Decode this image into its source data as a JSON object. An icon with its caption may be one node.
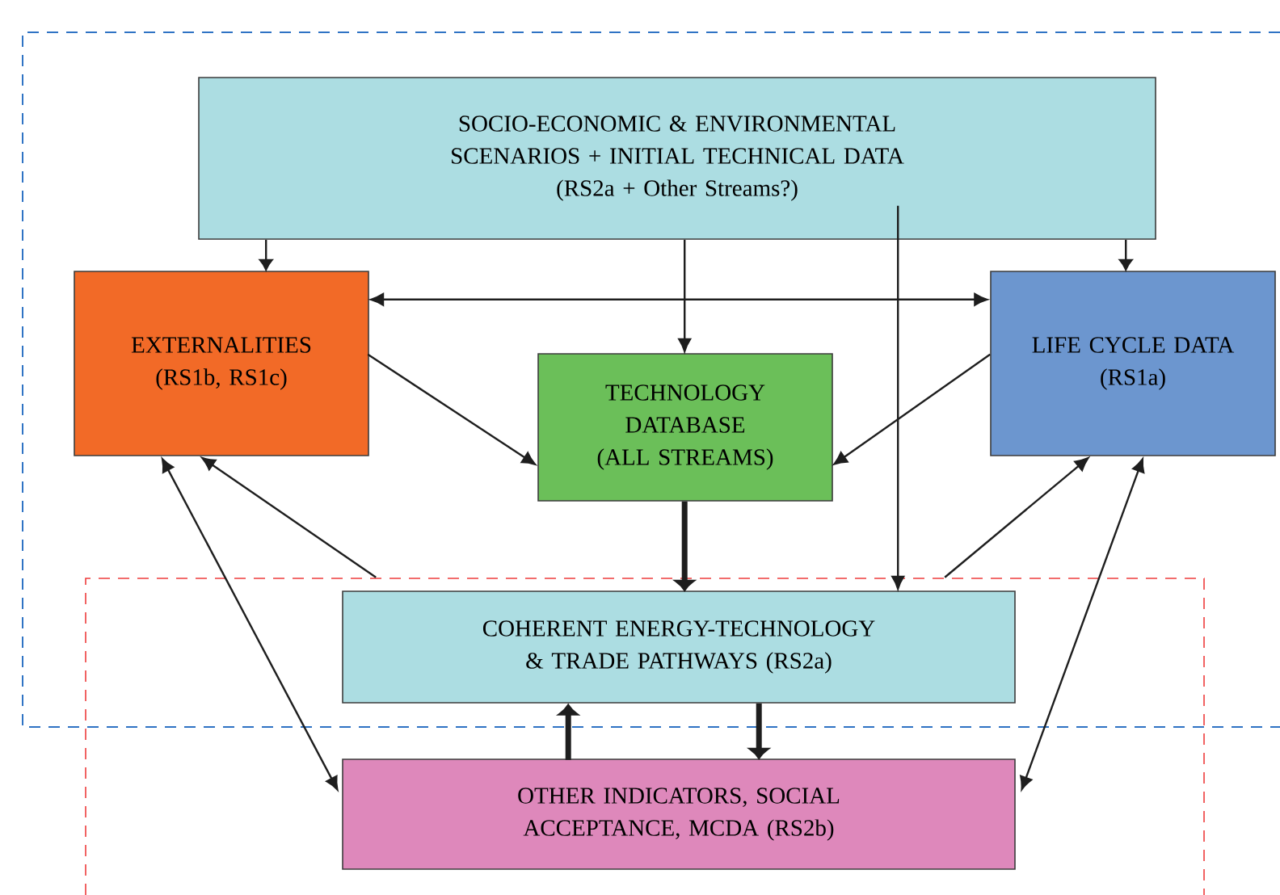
{
  "diagram": {
    "nodes": [
      {
        "text": [
          "SOCIO-ECONOMIC & ENVIRONMENTAL SCENARIOS + INITIAL TECHNICAL DATA",
          "(RS2a + Other Streams?)"
        ]
      },
      {
        "text": [
          "EXTERNALITIES",
          "(RS1b, RS1c)"
        ]
      },
      {
        "text": [
          "TECHNOLOGY DATABASE (ALL STREAMS)"
        ]
      },
      {
        "text": [
          "LIFE CYCLE DATA",
          "(RS1a)"
        ]
      },
      {
        "text": [
          "COHERENT ENERGY-TECHNOLOGY & TRADE PATHWAYS (RS2a)"
        ]
      },
      {
        "text": [
          "OTHER INDICATORS, SOCIAL ACCEPTANCE, MCDA (RS2b)"
        ]
      }
    ],
    "edges": [
      {
        "from": 0,
        "to": 1,
        "arrow": "to"
      },
      {
        "from": 0,
        "to": 2,
        "arrow": "to"
      },
      {
        "from": 0,
        "to": 3,
        "arrow": "to"
      },
      {
        "from": 0,
        "to": 4,
        "arrow": "to"
      },
      {
        "from": 1,
        "to": 3,
        "arrow": "both"
      },
      {
        "from": 1,
        "to": 2,
        "arrow": "to"
      },
      {
        "from": 3,
        "to": 2,
        "arrow": "to"
      },
      {
        "from": 2,
        "to": 4,
        "arrow": "to",
        "style": "thick"
      },
      {
        "from": 4,
        "to": 1,
        "arrow": "to"
      },
      {
        "from": 4,
        "to": 3,
        "arrow": "to"
      },
      {
        "from": 1,
        "to": 5,
        "arrow": "both"
      },
      {
        "from": 3,
        "to": 5,
        "arrow": "both"
      },
      {
        "from": 5,
        "to": 4,
        "arrow": "to",
        "style": "thick"
      },
      {
        "from": 4,
        "to": 5,
        "arrow": "to",
        "style": "thick"
      }
    ]
  }
}
